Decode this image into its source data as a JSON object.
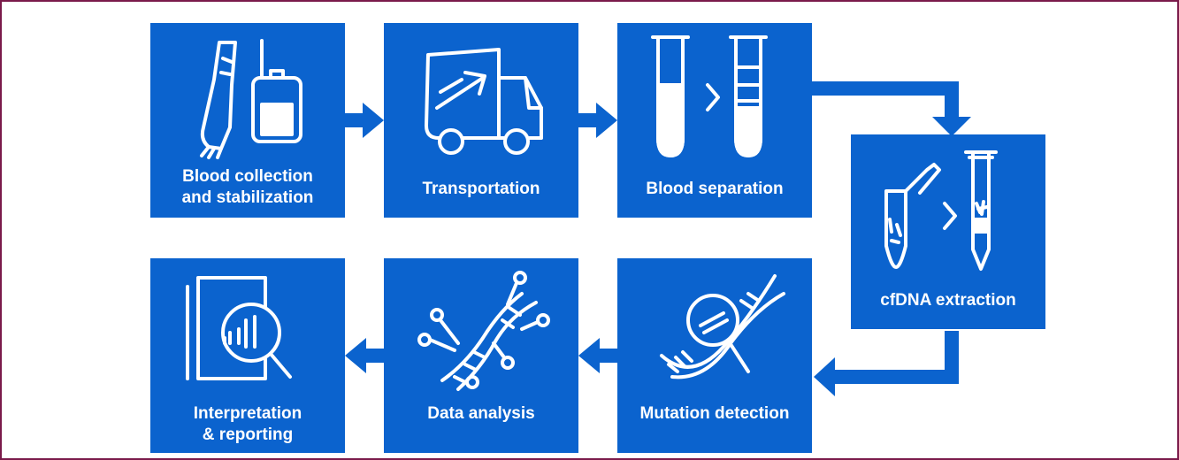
{
  "colors": {
    "tile": "#0b63ce",
    "arrow": "#0b63ce",
    "frame": "#7a1a4a",
    "icon_stroke": "#ffffff"
  },
  "steps": [
    {
      "label_line1": "Blood collection",
      "label_line2": "and stabilization",
      "icon": "blood-bag-arm-icon"
    },
    {
      "label_line1": "Transportation",
      "label_line2": "",
      "icon": "delivery-truck-icon"
    },
    {
      "label_line1": "Blood separation",
      "label_line2": "",
      "icon": "test-tubes-icon"
    },
    {
      "label_line1": "cfDNA extraction",
      "label_line2": "",
      "icon": "extraction-column-icon"
    },
    {
      "label_line1": "Mutation detection",
      "label_line2": "",
      "icon": "dna-magnifier-icon"
    },
    {
      "label_line1": "Data analysis",
      "label_line2": "",
      "icon": "dna-network-icon"
    },
    {
      "label_line1": "Interpretation",
      "label_line2": "& reporting",
      "icon": "report-search-icon"
    }
  ]
}
